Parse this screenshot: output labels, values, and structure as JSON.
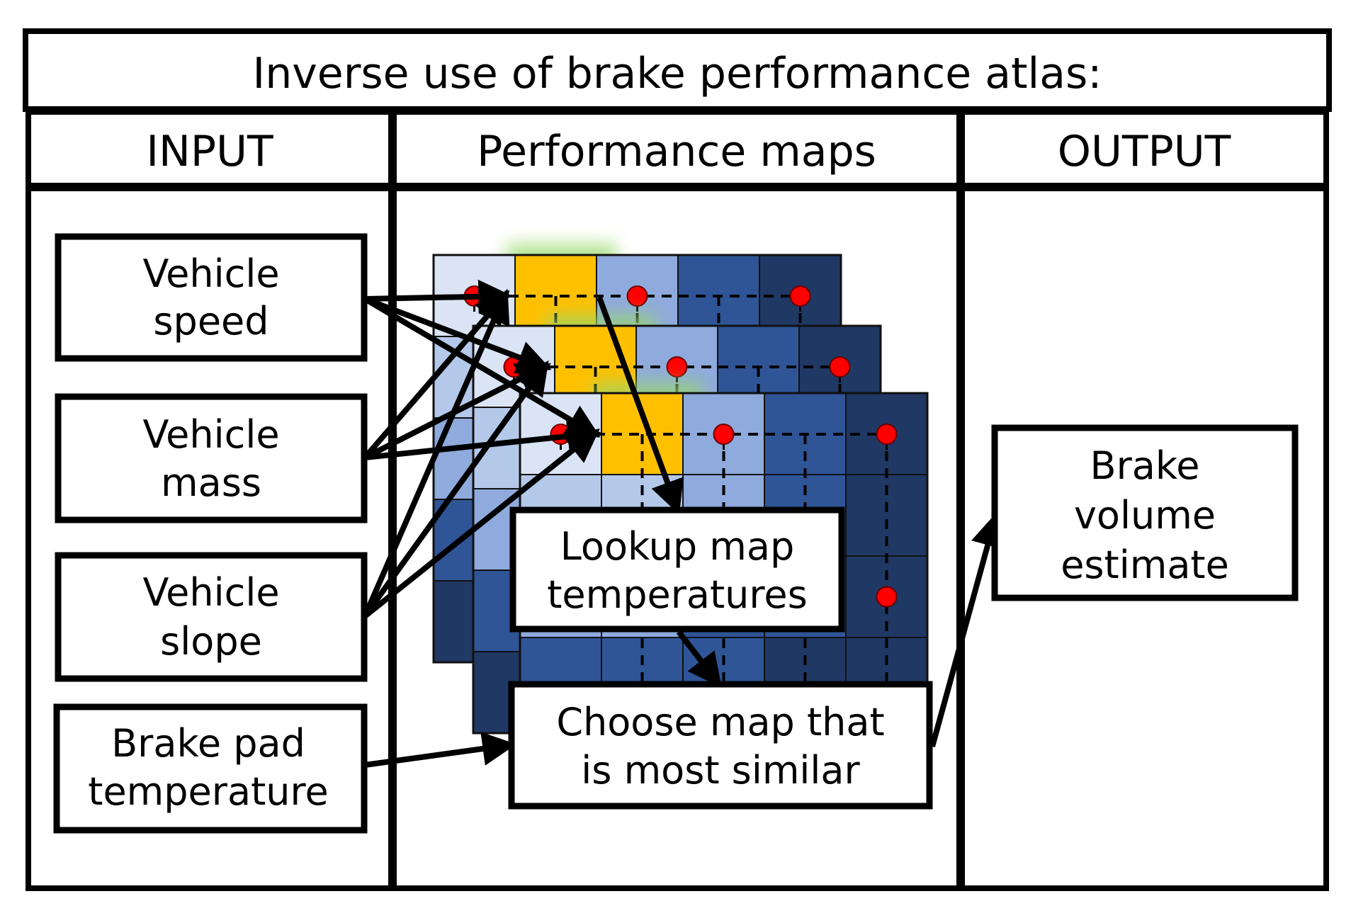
{
  "title": "Inverse use of brake performance atlas:",
  "columns": {
    "input": "INPUT",
    "maps": "Performance maps",
    "output": "OUTPUT"
  },
  "inputs": [
    {
      "id": "speed",
      "lines": [
        "Vehicle",
        "speed"
      ]
    },
    {
      "id": "mass",
      "lines": [
        "Vehicle",
        "mass"
      ]
    },
    {
      "id": "slope",
      "lines": [
        "Vehicle",
        "slope"
      ]
    },
    {
      "id": "pad-temp",
      "lines": [
        "Brake pad",
        "temperature"
      ]
    }
  ],
  "process": {
    "lookup": [
      "Lookup map",
      "temperatures"
    ],
    "choose": [
      "Choose map that",
      "is most similar"
    ]
  },
  "output": {
    "lines": [
      "Brake",
      "volume",
      "estimate"
    ]
  },
  "colors": {
    "highlight": "#ffc000",
    "glow": "#9ad86a",
    "pin": "#ff0000",
    "shades": [
      "#dae4f4",
      "#b4c8ea",
      "#8faadc",
      "#2f5597",
      "#203864"
    ]
  }
}
